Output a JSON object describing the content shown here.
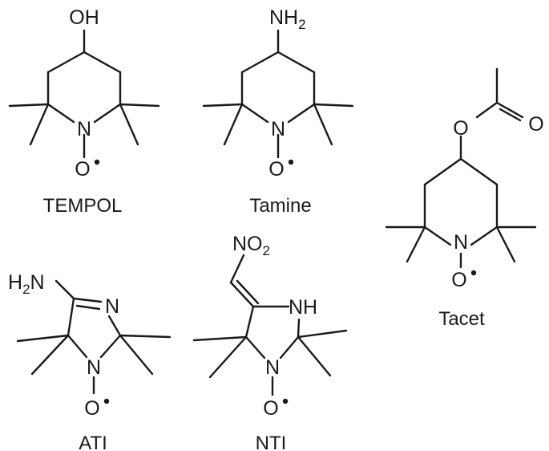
{
  "molecules": [
    {
      "name": "TEMPOL",
      "substituent": "OH"
    },
    {
      "name": "Tamine",
      "substituent": "NH2"
    },
    {
      "name": "Tacet",
      "substituent": "acetoxy"
    },
    {
      "name": "ATI",
      "substituent": "H2N"
    },
    {
      "name": "NTI",
      "substituent": "NO2"
    }
  ],
  "atoms": {
    "oxygen": "O",
    "nitrogen": "N",
    "oh": "OH",
    "nh": "NH",
    "nh_base": "NH",
    "nh_sub": "2",
    "no_base": "NO",
    "no_sub": "2",
    "h2n_h": "H",
    "h2n_sub": "2",
    "h2n_n": "N"
  },
  "colors": {
    "ink": "#1a1a1a",
    "background": "#ffffff"
  }
}
